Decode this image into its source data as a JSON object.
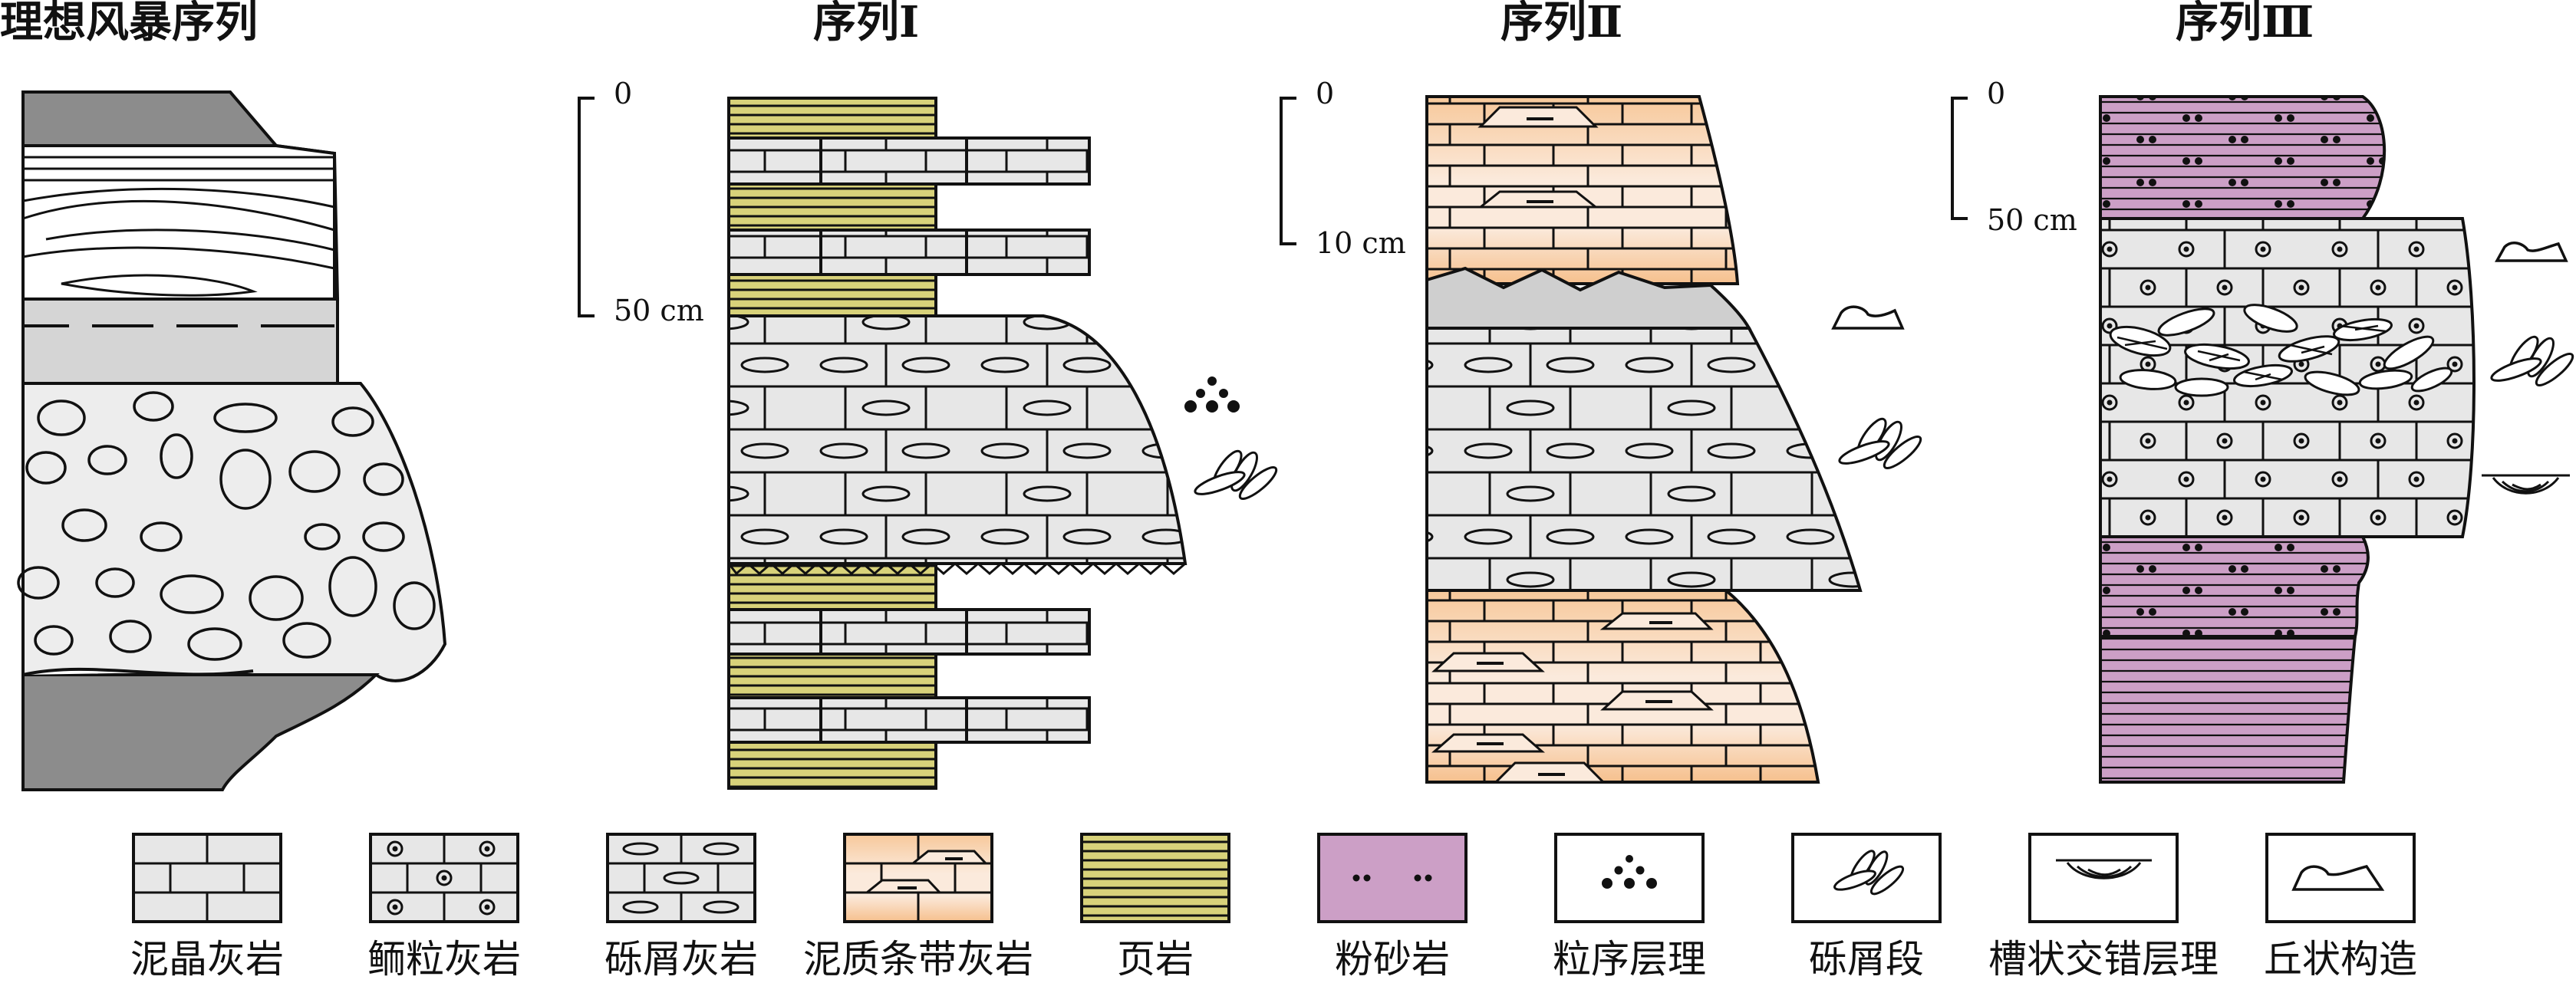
{
  "titles": {
    "ideal": "理想风暴序列",
    "seq1": "序列Ⅰ",
    "seq2": "序列Ⅱ",
    "seq3": "序列Ⅲ"
  },
  "scales": {
    "seq1": {
      "top": "0",
      "bottom": "50 cm"
    },
    "seq2": {
      "top": "0",
      "bottom": "10 cm"
    },
    "seq3": {
      "top": "0",
      "bottom": "50 cm"
    }
  },
  "legend": [
    {
      "key": "micrite",
      "label": "泥晶灰岩"
    },
    {
      "key": "oolitic",
      "label": "鲕粒灰岩"
    },
    {
      "key": "intraclast",
      "label": "砾屑灰岩"
    },
    {
      "key": "banded",
      "label": "泥质条带灰岩"
    },
    {
      "key": "shale",
      "label": "页岩"
    },
    {
      "key": "siltstone",
      "label": "粉砂岩"
    },
    {
      "key": "graded",
      "label": "粒序层理"
    },
    {
      "key": "gravel",
      "label": "砾屑段"
    },
    {
      "key": "trough",
      "label": "槽状交错层理"
    },
    {
      "key": "hummocky",
      "label": "丘状构造"
    }
  ],
  "colors": {
    "shale": "#d8d27a",
    "siltstone": "#cc9fc6",
    "banded_top": "#fbe9d6",
    "banded_bottom": "#f7c89a",
    "grey": "#e6e6e6",
    "dark": "#8c8c8c",
    "line": "#111111"
  }
}
